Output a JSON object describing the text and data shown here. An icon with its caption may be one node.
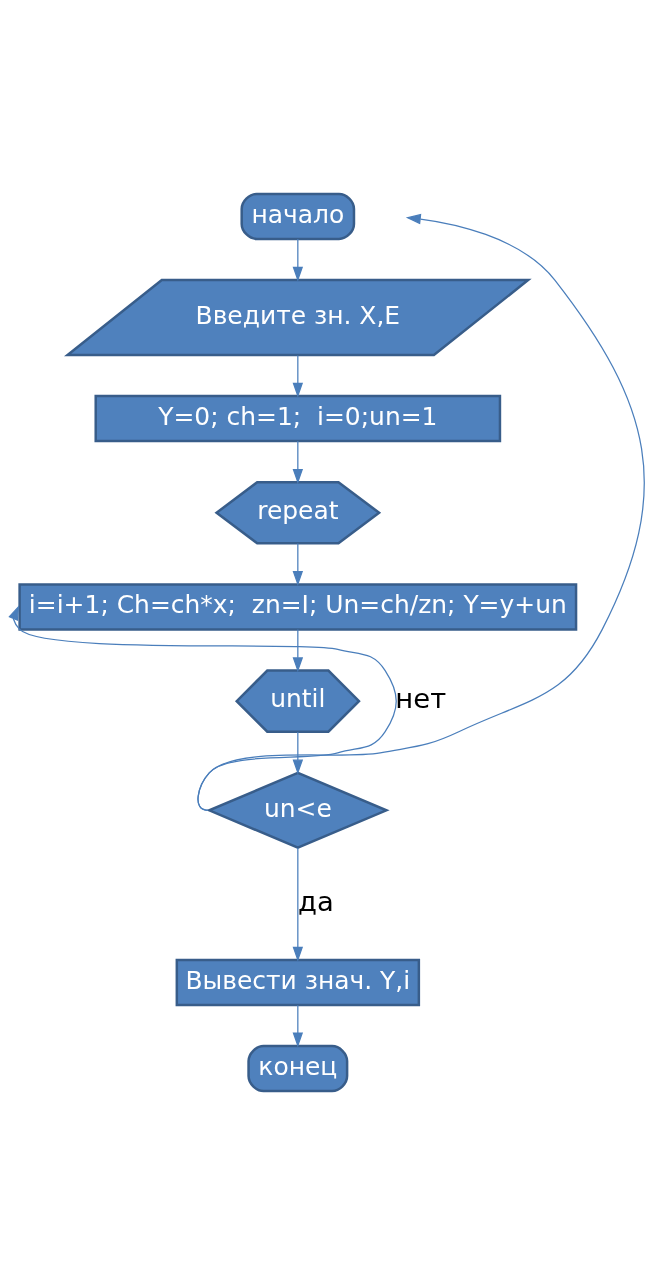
{
  "diagram": {
    "nodes": [
      {
        "text": [
          "начало"
        ]
      },
      {
        "text": [
          "Введите зн. X,E"
        ]
      },
      {
        "text": [
          "Y=0; ch=1;  i=0;un=1"
        ]
      },
      {
        "text": [
          "repeat"
        ]
      },
      {
        "text": [
          "i=i+1; Ch=ch*x;  zn=I; Un=ch/zn; Y=y+un"
        ]
      },
      {
        "text": [
          "until"
        ]
      },
      {
        "text": [
          "un<e"
        ]
      },
      {
        "text": [
          "Вывести знач. Y,i"
        ]
      },
      {
        "text": [
          "конец"
        ]
      }
    ],
    "edges": [
      {
        "from": 0,
        "to": 1,
        "arrow": "to"
      },
      {
        "from": 1,
        "to": 2,
        "arrow": "to"
      },
      {
        "from": 2,
        "to": 3,
        "arrow": "to"
      },
      {
        "from": 3,
        "to": 4,
        "arrow": "to"
      },
      {
        "from": 4,
        "to": 5,
        "arrow": "to"
      },
      {
        "from": 5,
        "to": 6,
        "arrow": "to"
      },
      {
        "from": 6,
        "to": 4,
        "arrow": "to",
        "label": "нет"
      },
      {
        "from": 6,
        "to": null,
        "arrow": "to"
      },
      {
        "from": 6,
        "to": 7,
        "arrow": "to",
        "label": "да"
      },
      {
        "from": 7,
        "to": 8,
        "arrow": "to"
      }
    ]
  }
}
